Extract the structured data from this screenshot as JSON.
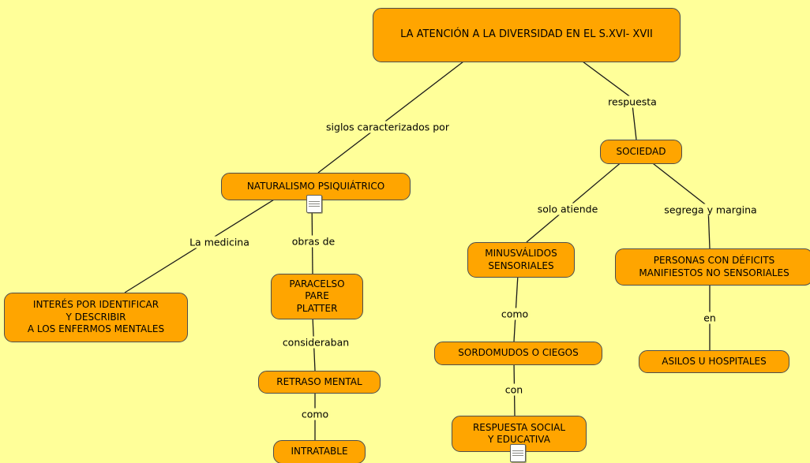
{
  "colors": {
    "bg": "#FFFF99",
    "node-fill": "#FFA500",
    "node-border": "#4D4D4D",
    "line": "#1A1A1A",
    "ink": "#000000"
  },
  "nodes": {
    "title": "LA ATENCIÓN A LA DIVERSIDAD EN EL S.XVI- XVII",
    "naturalismo": "NATURALISMO PSIQUIÁTRICO",
    "sociedad": "SOCIEDAD",
    "interes": "INTERÉS POR IDENTIFICAR\nY DESCRIBIR\nA LOS ENFERMOS MENTALES",
    "paracelso": "PARACELSO\nPARE\nPLATTER",
    "retraso": "RETRASO MENTAL",
    "intratable": "INTRATABLE",
    "minusvalidos": "MINUSVÁLIDOS\nSENSORIALES",
    "personas": "PERSONAS CON DÉFICITS\nMANIFIESTOS NO SENSORIALES",
    "sordomudos": "SORDOMUDOS O CIEGOS",
    "asilos": "ASILOS U HOSPITALES",
    "respuesta_social": "RESPUESTA SOCIAL\nY EDUCATIVA"
  },
  "link_labels": {
    "siglos": "siglos caracterizados por",
    "respuesta": "respuesta",
    "la_medicina": "La medicina",
    "obras_de": "obras de",
    "consideraban": "consideraban",
    "como_mental": "como",
    "solo_atiende": "solo atiende",
    "segrega": "segrega y margina",
    "como_sensorial": "como",
    "con": "con",
    "en": "en"
  },
  "icons": {
    "naturalismo_attachment": "resource-attachment-icon",
    "respuesta_attachment": "resource-attachment-icon"
  }
}
